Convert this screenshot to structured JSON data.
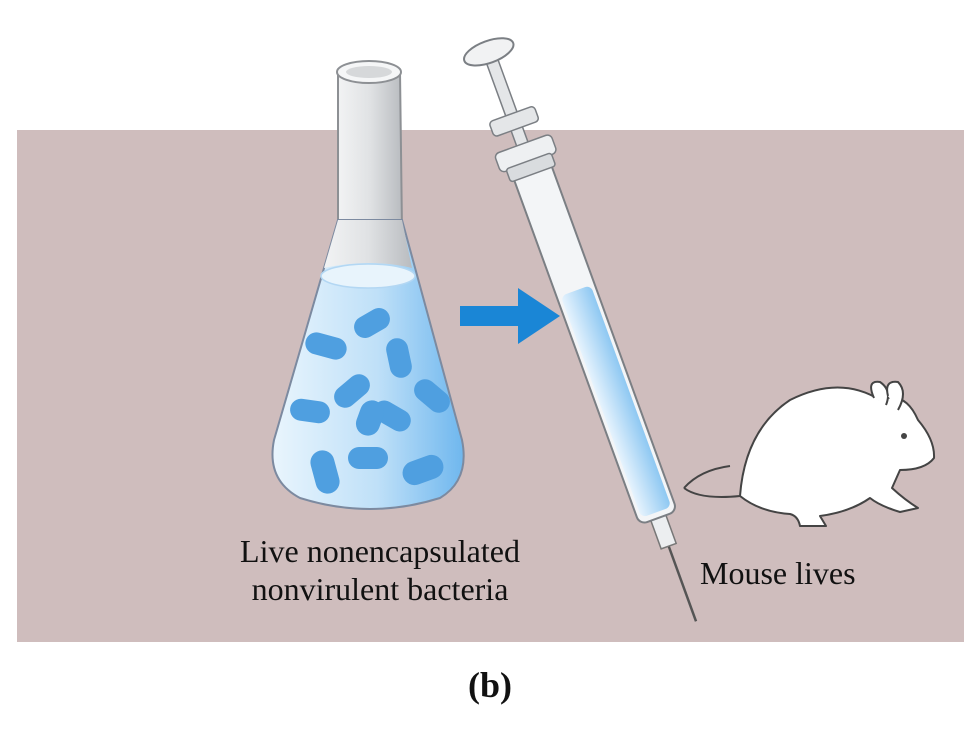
{
  "flask_caption": {
    "line1": "Live nonencapsulated",
    "line2": "nonvirulent bacteria"
  },
  "mouse_caption": "Mouse lives",
  "panel_label": "(b)",
  "colors": {
    "background_panel": "#cfbdbd",
    "liquid": "#a9d4f5",
    "bacteria": "#4f9fe0",
    "arrow": "#1a86d6",
    "glass": "#e4e6e8",
    "mouse": "#ffffff"
  },
  "icons": [
    "flask-icon",
    "bacteria-icon",
    "arrow-right-icon",
    "syringe-icon",
    "mouse-icon"
  ]
}
